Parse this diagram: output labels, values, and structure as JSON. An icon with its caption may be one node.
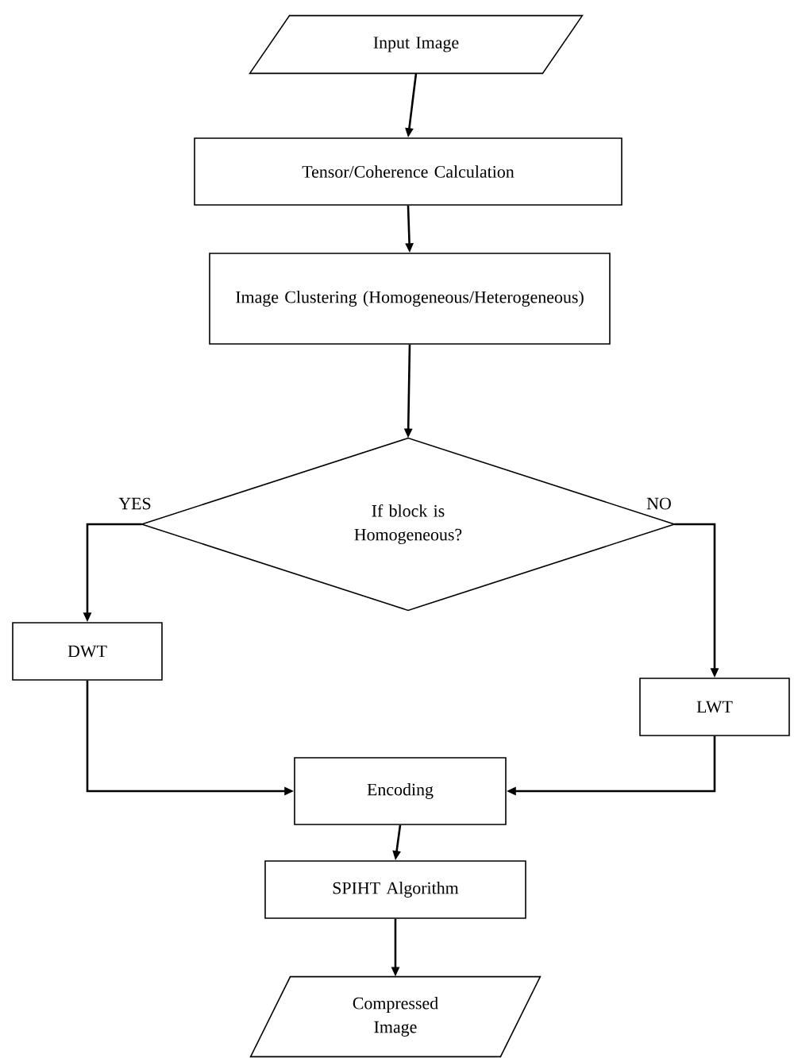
{
  "diagram": {
    "nodes": [
      {
        "text": [
          "Input Image"
        ]
      },
      {
        "text": [
          "Tensor/Coherence Calculation"
        ]
      },
      {
        "text": [
          "Image Clustering (Homogeneous/Heterogeneous)"
        ]
      },
      {
        "text": [
          "If block is Homogeneous?"
        ]
      },
      {
        "text": [
          "DWT"
        ]
      },
      {
        "text": [
          "LWT"
        ]
      },
      {
        "text": [
          "Encoding"
        ]
      },
      {
        "text": [
          "SPIHT Algorithm"
        ]
      },
      {
        "text": [
          "Compressed Image"
        ]
      }
    ],
    "edges": [
      {
        "from": 0,
        "to": 1,
        "arrow": "to"
      },
      {
        "from": 1,
        "to": 2,
        "arrow": "to"
      },
      {
        "from": 2,
        "to": 3,
        "arrow": "to"
      },
      {
        "from": 3,
        "to": 4,
        "arrow": "to",
        "label": "YES"
      },
      {
        "from": 3,
        "to": 5,
        "arrow": "to",
        "label": "NO"
      },
      {
        "from": 4,
        "to": 6,
        "arrow": "to"
      },
      {
        "from": 5,
        "to": 6,
        "arrow": "to"
      },
      {
        "from": 6,
        "to": 7,
        "arrow": "to"
      },
      {
        "from": 7,
        "to": 8,
        "arrow": "to"
      }
    ]
  }
}
